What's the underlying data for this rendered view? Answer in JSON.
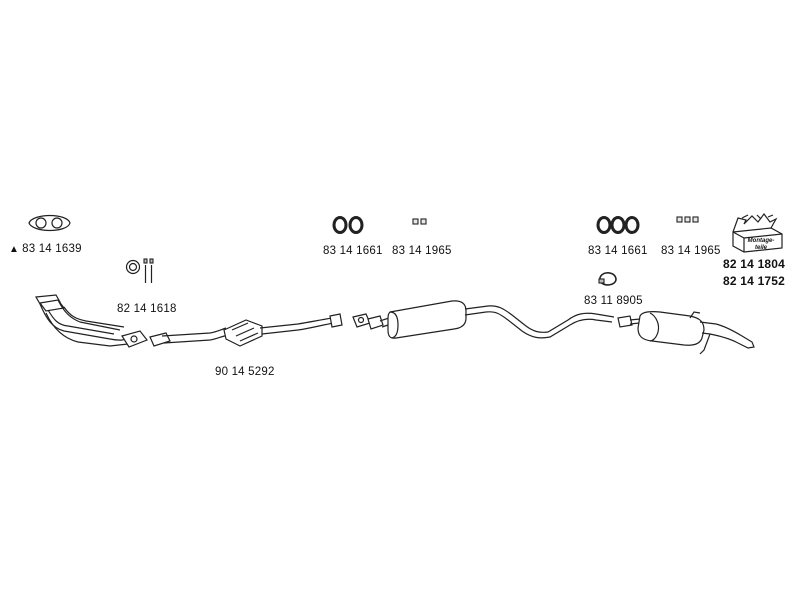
{
  "parts": {
    "gasket_manifold": {
      "symbol": "▲",
      "code": "83 14 1639"
    },
    "clamp_bolts": {
      "code": "82 14 1618"
    },
    "catalytic_pipe": {
      "code": "90 14 5292"
    },
    "rubber_hangers_a": {
      "code": "83 14 1661"
    },
    "mount_clips_a": {
      "code": "83 14 1965"
    },
    "rubber_hangers_b": {
      "code": "83 14 1661"
    },
    "mount_clips_b": {
      "code": "83 14 1965"
    },
    "clamp_ring": {
      "code": "83 11 8905"
    },
    "mounting_kit": {
      "code_1": "82 14 1804",
      "code_2": "82 14 1752",
      "box_text_1": "Montage-",
      "box_text_2": "teile"
    }
  }
}
